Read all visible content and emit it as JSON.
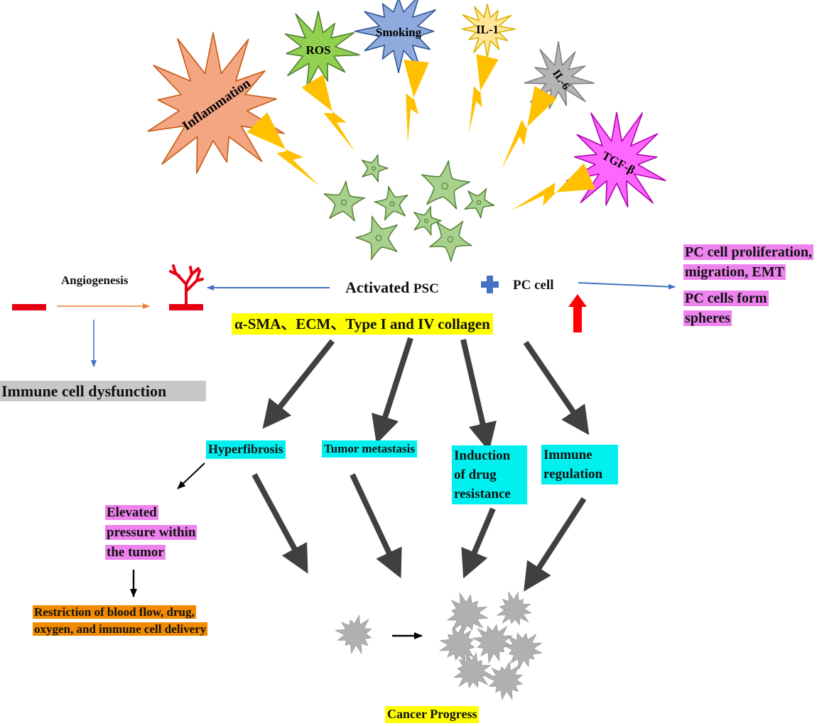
{
  "colors": {
    "lightning": "#ffc000",
    "psc_fill": "#a9d18e",
    "psc_stroke": "#548235",
    "tumor_fill": "#b0b0b0",
    "arrow_blue": "#4472c4",
    "arrow_orange": "#ed7d31",
    "arrow_dark": "#404040",
    "vessel_red": "#e60012"
  },
  "stimuli": {
    "inflammation": "Inflammation",
    "ros": "ROS",
    "smoking": "Smoking",
    "il1": "IL-1",
    "il6": "IL-6",
    "tgf": "TGF-β"
  },
  "center": {
    "activated_psc": "Activated",
    "psc": "PSC",
    "pc_cell": "PC cell",
    "markers": "α-SMA、ECM、Type I and IV collagen"
  },
  "left": {
    "angiogenesis": "Angiogenesis",
    "immune_dysfunction": "Immune cell dysfunction"
  },
  "right": {
    "proliferation_line1": "PC cell proliferation,",
    "proliferation_line2": "migration, EMT",
    "spheres_line1": "PC cells form",
    "spheres_line2": "spheres"
  },
  "effects": {
    "hyperfibrosis": "Hyperfibrosis",
    "metastasis": "Tumor metastasis",
    "drug_resistance_1": "Induction",
    "drug_resistance_2": "of drug",
    "drug_resistance_3": "resistance",
    "immune_reg_1": "Immune",
    "immune_reg_2": "regulation"
  },
  "downstream": {
    "pressure_1": "Elevated",
    "pressure_2": "pressure within",
    "pressure_3": "the tumor",
    "restriction_1": "Restriction of blood flow, drug,",
    "restriction_2": "oxygen, and immune cell delivery"
  },
  "outcome": {
    "cancer_progress": "Cancer Progress"
  }
}
